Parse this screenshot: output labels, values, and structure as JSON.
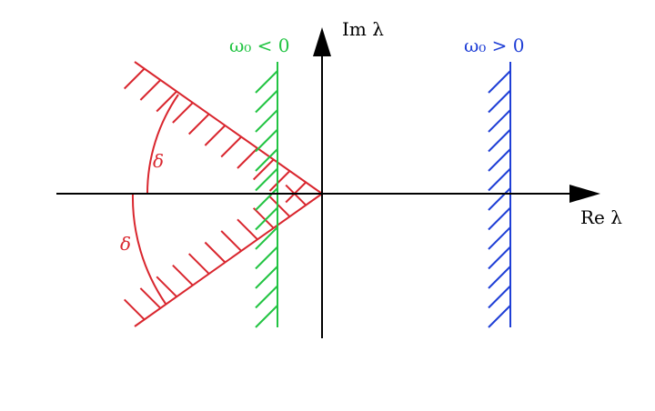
{
  "colors": {
    "axis": "#000000",
    "sector": "#d9262e",
    "green_line": "#22c443",
    "blue_line": "#1f3fd6"
  },
  "labels": {
    "im_axis": "Im λ",
    "re_axis": "Re λ",
    "green_condition": "ω₀ < 0",
    "blue_condition": "ω₀ > 0",
    "angle_upper": "δ",
    "angle_lower": "δ"
  }
}
